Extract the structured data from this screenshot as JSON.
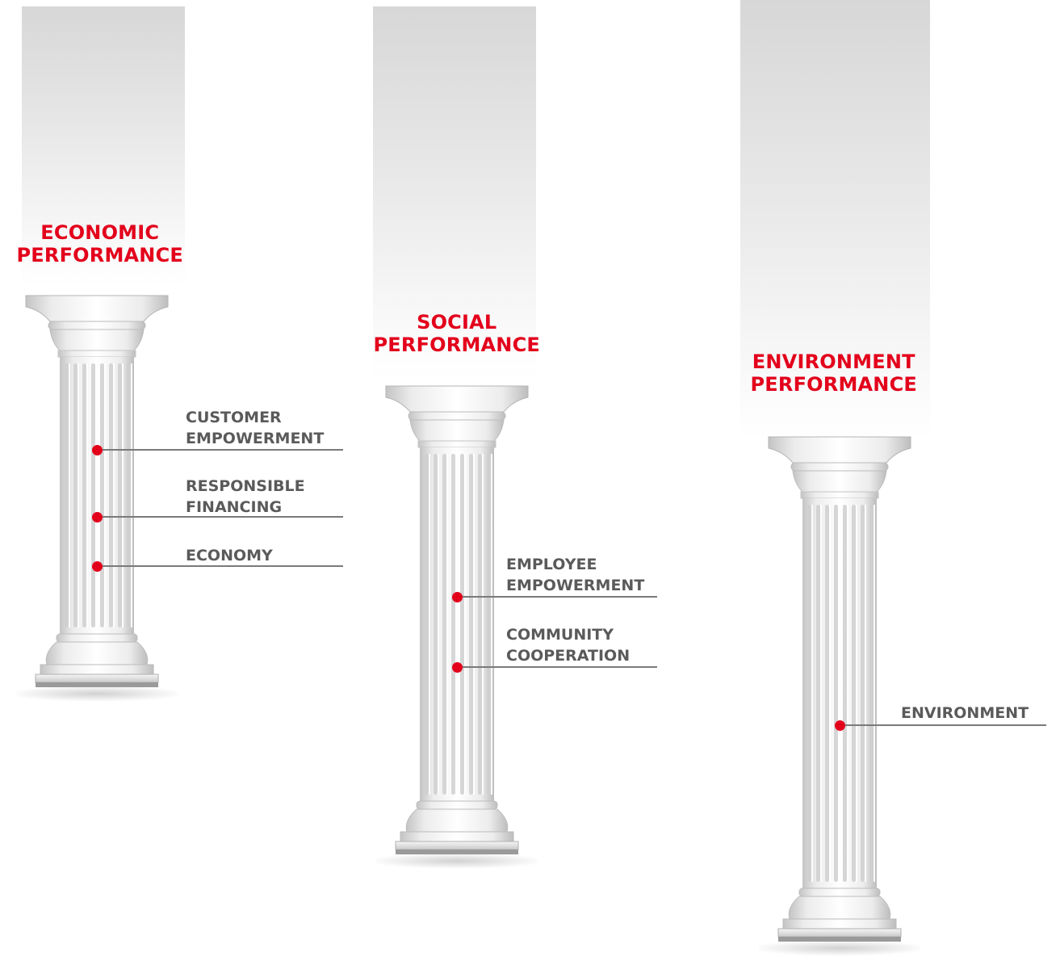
{
  "pillars": [
    {
      "id": "economic",
      "title_line1": "ECONOMIC",
      "title_line2": "PERFORMANCE",
      "items": [
        {
          "line1": "CUSTOMER",
          "line2": "EMPOWERMENT"
        },
        {
          "line1": "RESPONSIBLE",
          "line2": "FINANCING"
        },
        {
          "line1": "ECONOMY",
          "line2": ""
        }
      ]
    },
    {
      "id": "social",
      "title_line1": "SOCIAL",
      "title_line2": "PERFORMANCE",
      "items": [
        {
          "line1": "EMPLOYEE",
          "line2": "EMPOWERMENT"
        },
        {
          "line1": "COMMUNITY",
          "line2": "COOPERATION"
        }
      ]
    },
    {
      "id": "environment",
      "title_line1": "ENVIRONMENT",
      "title_line2": "PERFORMANCE",
      "items": [
        {
          "line1": "ENVIRONMENT",
          "line2": ""
        }
      ]
    }
  ],
  "colors": {
    "accent": "#e3001b",
    "label_text": "#5a5a5a",
    "leader_line": "#7a7a7a",
    "banner_top": "#d7d7d7"
  },
  "icons": [
    "greek-column-icon",
    "callout-dot-icon"
  ]
}
